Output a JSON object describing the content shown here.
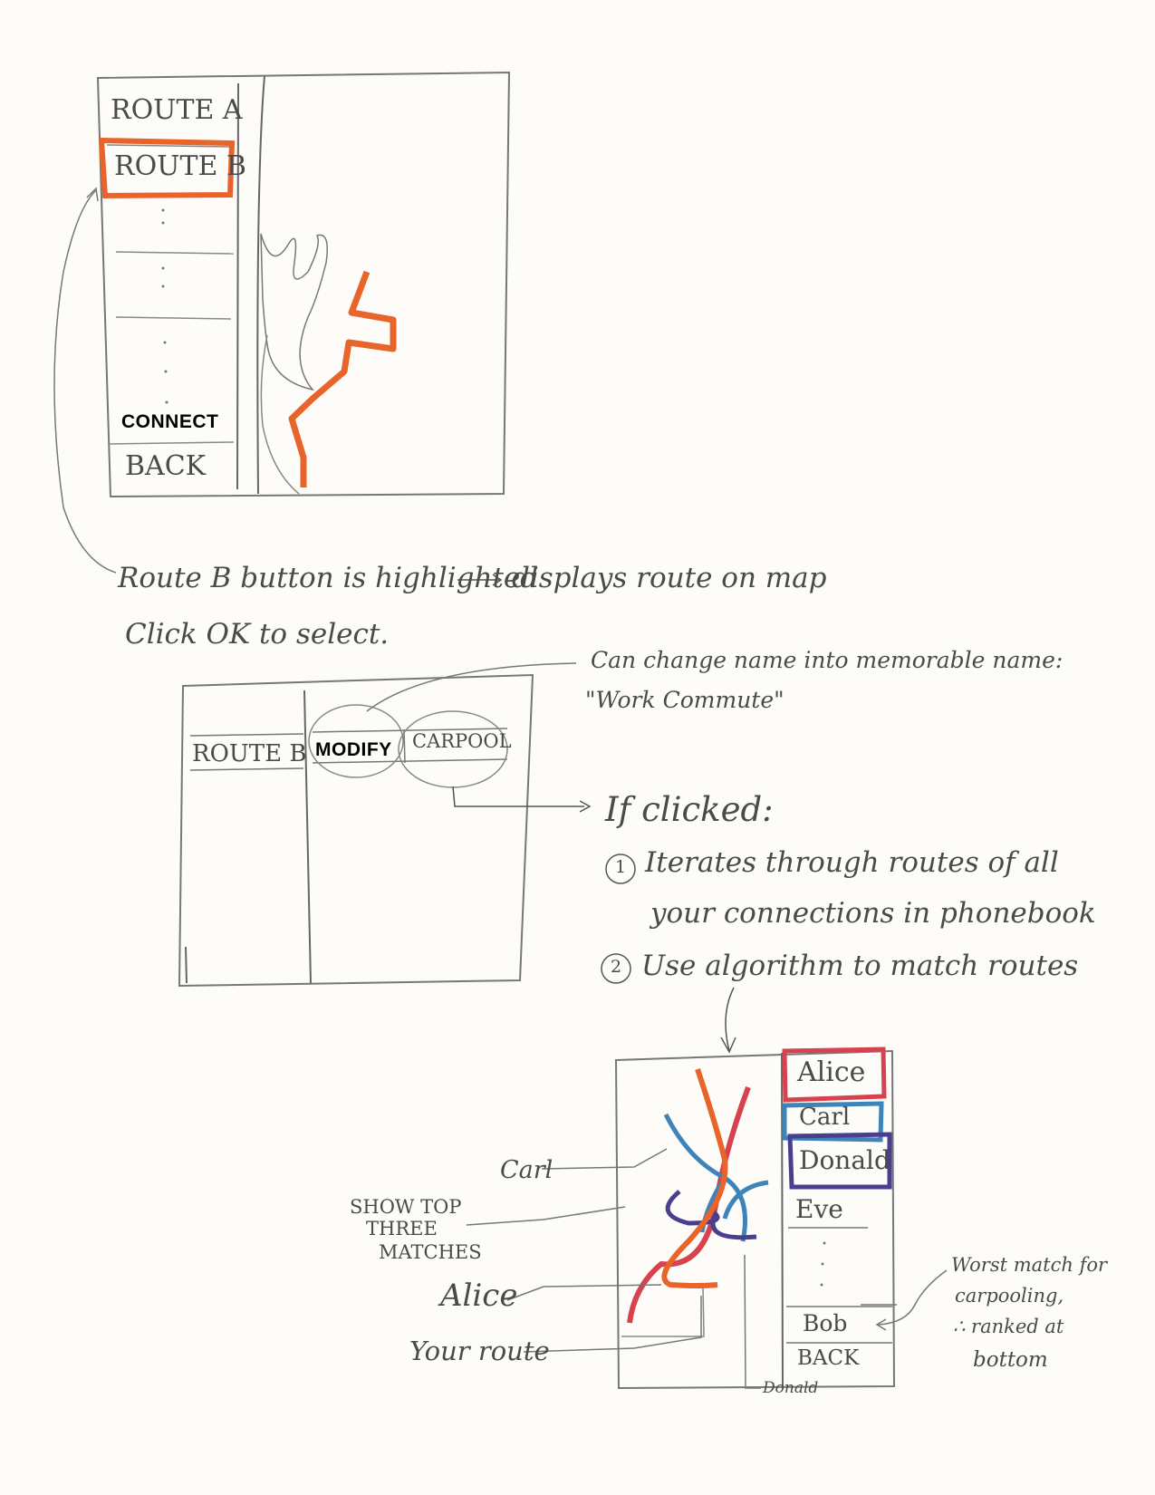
{
  "screen1": {
    "menu": {
      "route_a": "ROUTE A",
      "route_b": "ROUTE B",
      "connect": "CONNECT",
      "back": "BACK"
    },
    "highlight_color": "#e8642a"
  },
  "annotation1": {
    "line1_left": "Route B button is highlighted",
    "line1_right": "displays route on map",
    "line2": "Click OK to select."
  },
  "screen2": {
    "route_b": "ROUTE B",
    "modify": "MODIFY",
    "carpool": "CARPOOL"
  },
  "annotation2": {
    "rename_line1": "Can change name into memorable name:",
    "rename_line2": "\"Work Commute\"",
    "if_clicked": "If clicked:",
    "step1_num": "1",
    "step1_line1": "Iterates through routes of all",
    "step1_line2": "your connections in phonebook",
    "step2_num": "2",
    "step2_line1": "Use algorithm to match routes"
  },
  "screen3": {
    "list": {
      "alice": "Alice",
      "carl": "Carl",
      "donald": "Donald",
      "eve": "Eve",
      "bob": "Bob",
      "back": "BACK"
    },
    "colors": {
      "alice": "#d8414e",
      "carl": "#3f84b8",
      "donald": "#4a3f8f",
      "your_route": "#e8642a"
    }
  },
  "annotation3": {
    "carl_label": "Carl",
    "show_top_line1": "SHOW TOP",
    "show_top_line2": "THREE",
    "show_top_line3": "MATCHES",
    "alice_label": "Alice",
    "your_route_label": "Your route",
    "donald_label": "Donald",
    "worst_line1": "Worst match for",
    "worst_line2": "carpooling,",
    "worst_line3": "∴ ranked at",
    "worst_line4": "bottom"
  }
}
